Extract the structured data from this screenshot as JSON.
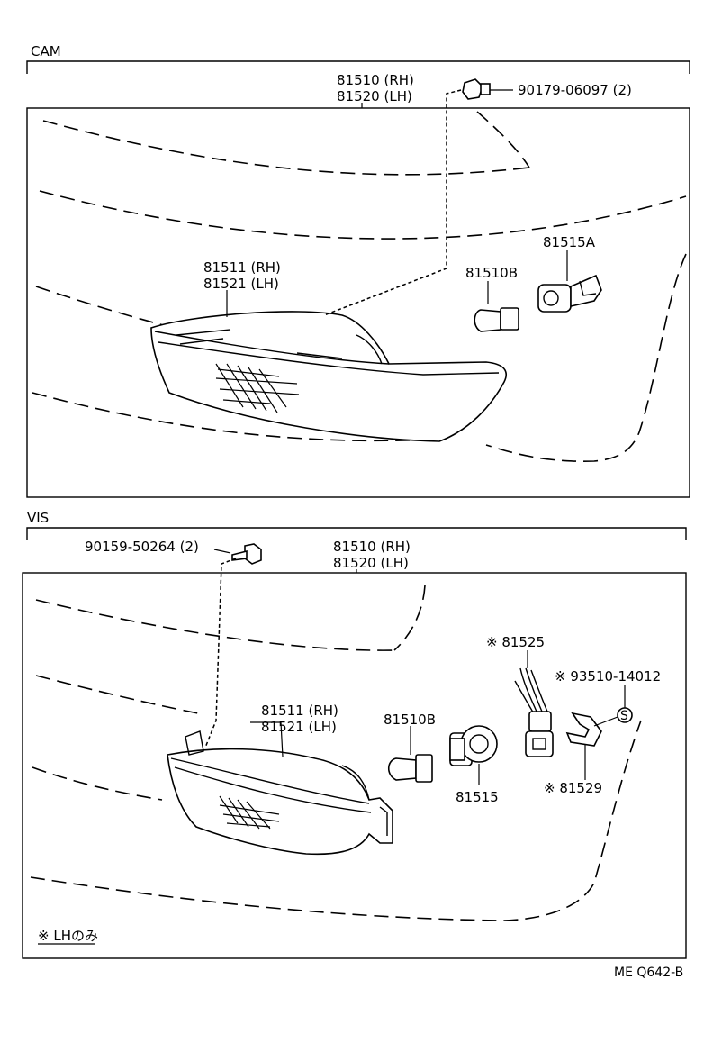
{
  "sections": {
    "cam": {
      "title": "CAM",
      "labels": {
        "lamp_assy_rh": "81510 (RH)",
        "lamp_assy_lh": "81520 (LH)",
        "screw": "90179-06097 (2)",
        "lens_rh": "81511 (RH)",
        "lens_lh": "81521 (LH)",
        "bulb": "81510B",
        "socket": "81515A"
      }
    },
    "vis": {
      "title": "VIS",
      "labels": {
        "screw": "90159-50264 (2)",
        "lamp_assy_rh": "81510 (RH)",
        "lamp_assy_lh": "81520 (LH)",
        "wire": "※ 81525",
        "grommet": "※ 93510-14012",
        "lens_rh": "81511 (RH)",
        "lens_lh": "81521 (LH)",
        "bulb": "81510B",
        "socket": "81515",
        "clip": "※ 81529"
      },
      "note": "※ LHのみ"
    }
  },
  "figure_code": "ME Q642-B"
}
